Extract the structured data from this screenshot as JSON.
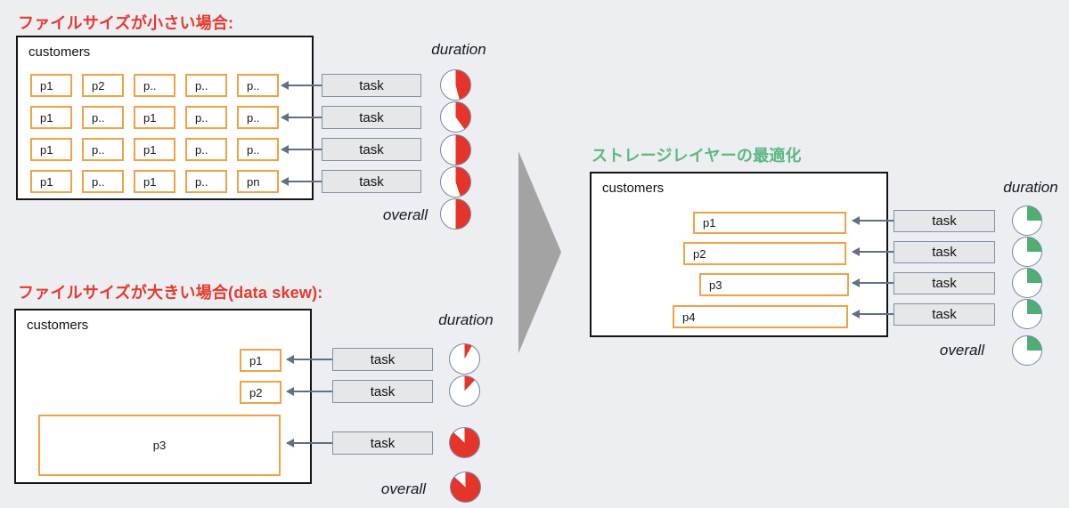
{
  "colors": {
    "red": "#e5352b",
    "green": "#4fae74",
    "orange": "#f2a144",
    "heading_red": "#e63a2e",
    "heading_green": "#5cb881",
    "line": "#5f7183",
    "arrow_gray": "#a3a3a3",
    "background": "#eceef2"
  },
  "small_files": {
    "heading": "ファイルサイズが小さい場合:",
    "table_name": "customers",
    "grid": [
      [
        "p1",
        "p2",
        "p..",
        "p..",
        "p.."
      ],
      [
        "p1",
        "p..",
        "p1",
        "p..",
        "p.."
      ],
      [
        "p1",
        "p..",
        "p1",
        "p..",
        "p.."
      ],
      [
        "p1",
        "p..",
        "p1",
        "p..",
        "pn"
      ]
    ],
    "tasks": [
      "task",
      "task",
      "task",
      "task"
    ],
    "duration_label": "duration",
    "overall_label": "overall",
    "task_durations": [
      0.46,
      0.4,
      0.5,
      0.45
    ],
    "overall_duration": 0.5
  },
  "data_skew": {
    "heading": "ファイルサイズが大きい場合(data skew):",
    "table_name": "customers",
    "partitions": [
      "p1",
      "p2",
      "p3"
    ],
    "tasks": [
      "task",
      "task",
      "task"
    ],
    "duration_label": "duration",
    "overall_label": "overall",
    "task_durations": [
      0.08,
      0.12,
      0.87
    ],
    "overall_duration": 0.87
  },
  "optimized": {
    "heading": "ストレージレイヤーの最適化",
    "table_name": "customers",
    "partitions": [
      "p1",
      "p2",
      "p3",
      "p4"
    ],
    "tasks": [
      "task",
      "task",
      "task",
      "task"
    ],
    "duration_label": "duration",
    "overall_label": "overall",
    "task_durations": [
      0.25,
      0.25,
      0.25,
      0.25
    ],
    "overall_duration": 0.25
  }
}
